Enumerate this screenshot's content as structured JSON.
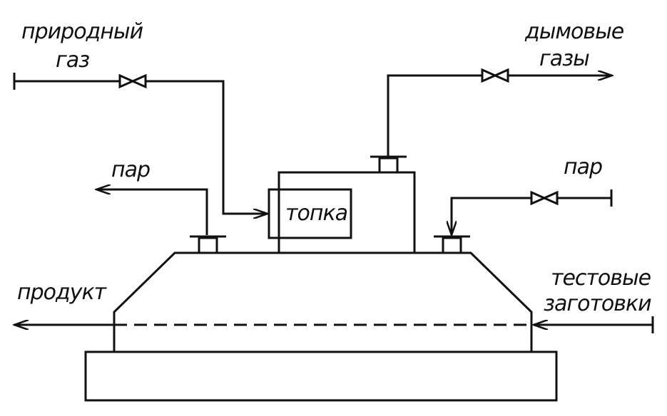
{
  "labels": {
    "natural_gas_line1": "природный",
    "natural_gas_line2": "газ",
    "flue_gas_line1": "дымовые",
    "flue_gas_line2": "газы",
    "steam_left": "пар",
    "steam_right": "пар",
    "furnace": "топка",
    "product": "продукт",
    "dough_line1": "тестовые",
    "dough_line2": "заготовки"
  },
  "colors": {
    "ink": "#111111",
    "background": "#ffffff"
  }
}
